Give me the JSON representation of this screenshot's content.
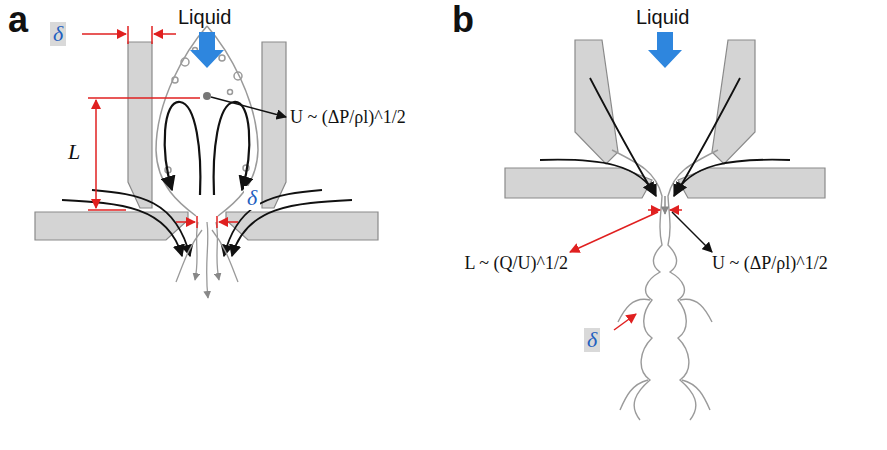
{
  "diagram": {
    "labels": [
      "a",
      "δ",
      "Liquid",
      "L",
      "U ~ (ΔP/ρl)^1/2",
      "δ",
      "b",
      "Liquid",
      "L ~ (Q/U)^1/2",
      "U ~ (ΔP/ρl)^1/2",
      "δ"
    ]
  }
}
